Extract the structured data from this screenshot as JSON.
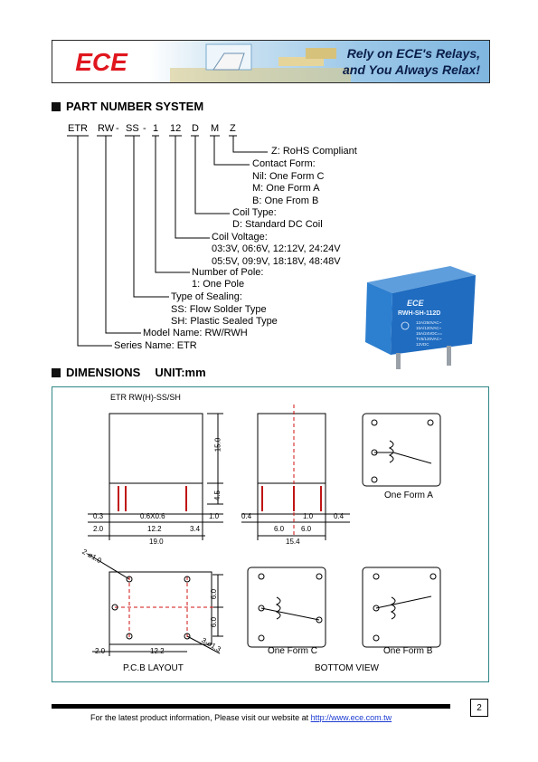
{
  "header": {
    "logo_text": "ECE",
    "tagline_line1": "Rely on ECE's Relays,",
    "tagline_line2": "and You Always Relax!"
  },
  "part_number_system": {
    "title": "PART NUMBER SYSTEM",
    "code": [
      "ETR",
      "RW",
      "-",
      "SS",
      "-",
      "1",
      "12",
      "D",
      "M",
      "Z"
    ],
    "labels": {
      "rohs": "Z: RoHS Compliant",
      "contact_form": "Contact Form:",
      "nil": "Nil: One Form C",
      "m": "M: One Form A",
      "b": "B: One From B",
      "coil_type": "Coil Type:",
      "coil_type_d": "D: Standard DC Coil",
      "coil_voltage": "Coil Voltage:",
      "voltage_line1": "03:3V, 06:6V, 12:12V, 24:24V",
      "voltage_line2": "05:5V, 09:9V, 18:18V, 48:48V",
      "poles": "Number of Pole:",
      "poles_1": "1: One Pole",
      "sealing": "Type of Sealing:",
      "sealing_ss": "SS: Flow Solder Type",
      "sealing_sh": "SH: Plastic Sealed Type",
      "model": "Model Name: RW/RWH",
      "series": "Series Name: ETR"
    },
    "relay_photo": {
      "brand": "ECE",
      "model": "RWH-SH-112D",
      "ratings": [
        "12A/250VAC~",
        "15A/120VAC~",
        "15A/24VDC==",
        "TV5/120VAC~"
      ],
      "coil": "12VDC"
    }
  },
  "dimensions": {
    "title": "DIMENSIONS",
    "unit": "UNIT:mm",
    "model": "ETR RW(H)-SS/SH",
    "side": {
      "h_body": "15.0",
      "h_pin": "4.5",
      "pin_size": "0.6X0.6",
      "d03": "0.3",
      "d10": "1.0",
      "d20": "2.0",
      "d122": "12.2",
      "d34": "3.4",
      "width": "19.0"
    },
    "end": {
      "d04a": "0.4",
      "d10": "1.0",
      "d04b": "0.4",
      "d60a": "6.0",
      "d60b": "6.0",
      "width": "15.4"
    },
    "pcb": {
      "hole2": "2-ø1.0",
      "hole3": "3-ø1.3",
      "d60a": "6.0",
      "d60b": "6.0",
      "d20": "2.0",
      "d122": "12.2"
    },
    "captions": {
      "form_a": "One Form A",
      "form_c": "One Form C",
      "form_b": "One Form B",
      "pcb_layout": "P.C.B LAYOUT",
      "bottom_view": "BOTTOM VIEW"
    }
  },
  "footer": {
    "page": "2",
    "text": "For the latest product information, Please visit our website at",
    "url": "http://www.ece.com.tw"
  }
}
